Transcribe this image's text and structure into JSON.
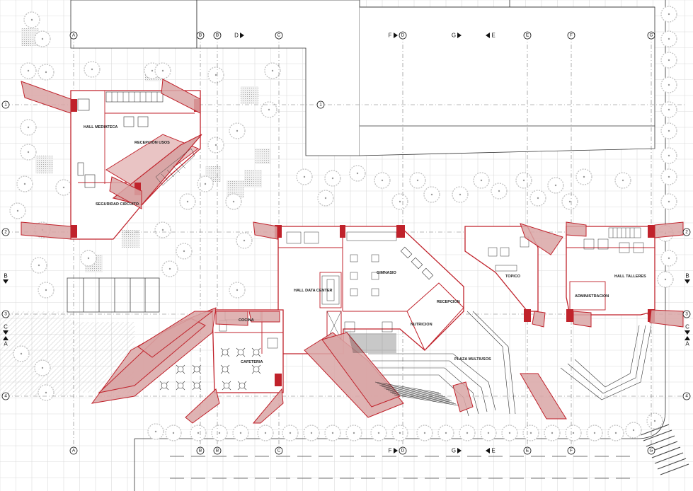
{
  "axes": {
    "columns": [
      "A",
      "B",
      "B",
      "C",
      "D",
      "E",
      "E",
      "F",
      "G"
    ],
    "rows": [
      "1",
      "2",
      "3",
      "4"
    ],
    "extra_row_marker": "1"
  },
  "section_marks": {
    "top": [
      "D",
      "F",
      "G",
      "E"
    ],
    "bottom": [
      "F",
      "G",
      "E"
    ],
    "left": [
      "B",
      "C",
      "A"
    ],
    "right": [
      "B",
      "C",
      "A"
    ]
  },
  "rooms": {
    "hall_mediateca": "HALL\nMEDIATECA",
    "recepcion_usos": "RECEPCION\nUSOS",
    "seguridad_circuito": "SEGURIDAD\nCIRCUITO",
    "hall_data_center": "HALL DATA\nCENTER",
    "gimnasio": "GIMNASIO",
    "recepcion": "RECEPCION",
    "nutricion": "NUTRICION",
    "cocina": "COCINA",
    "cafeteria": "CAFETERIA",
    "plaza_multiusos": "PLAZA MULTIUSOS",
    "topico": "TOPICO",
    "hall_talleres": "HALL TALLERES",
    "administracion": "ADMINISTRACION"
  },
  "colors": {
    "wall_red": "#c0222b",
    "ramp_fill": "#d9a6a6",
    "grid_line": "#d8d8d8",
    "axis_line": "#777777",
    "tree": "#bdbdbd"
  }
}
